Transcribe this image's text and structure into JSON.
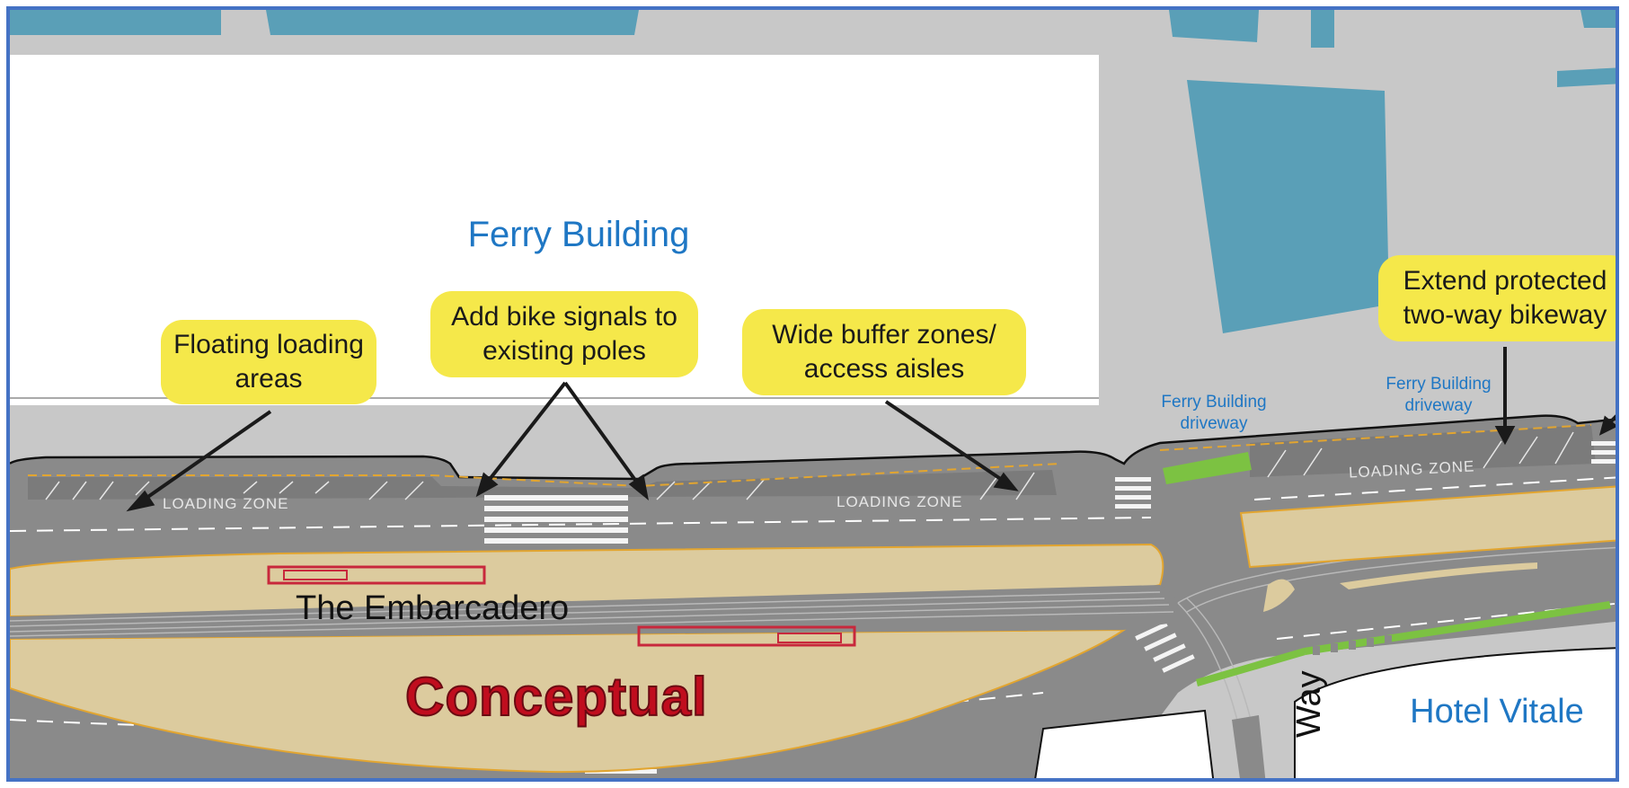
{
  "labels": {
    "ferry_building": "Ferry Building",
    "hotel_vitale": "Hotel Vitale",
    "street_embarcadero": "The Embarcadero",
    "street_way": "Way",
    "conceptual": "Conceptual",
    "driveway_1": "Ferry Building driveway",
    "driveway_2": "Ferry Building driveway",
    "loading_zone_1": "LOADING ZONE",
    "loading_zone_2": "LOADING ZONE",
    "loading_zone_3": "LOADING ZONE"
  },
  "callouts": [
    {
      "id": "floating-loading",
      "text": "Floating loading areas"
    },
    {
      "id": "bike-signals",
      "text": "Add bike signals to existing poles"
    },
    {
      "id": "buffer-zones",
      "text": "Wide buffer zones/ access aisles"
    },
    {
      "id": "two-way-bikeway",
      "text": "Extend protected two-way bikeway"
    }
  ],
  "colors": {
    "water": "#5a9fb7",
    "road": "#8a8a8a",
    "median": "#dccb9e",
    "bikeway": "#7cc242",
    "callout": "#f5e84a",
    "label_blue": "#1f77c4",
    "conceptual_red": "#c00d1e",
    "frame": "#4472c4"
  }
}
